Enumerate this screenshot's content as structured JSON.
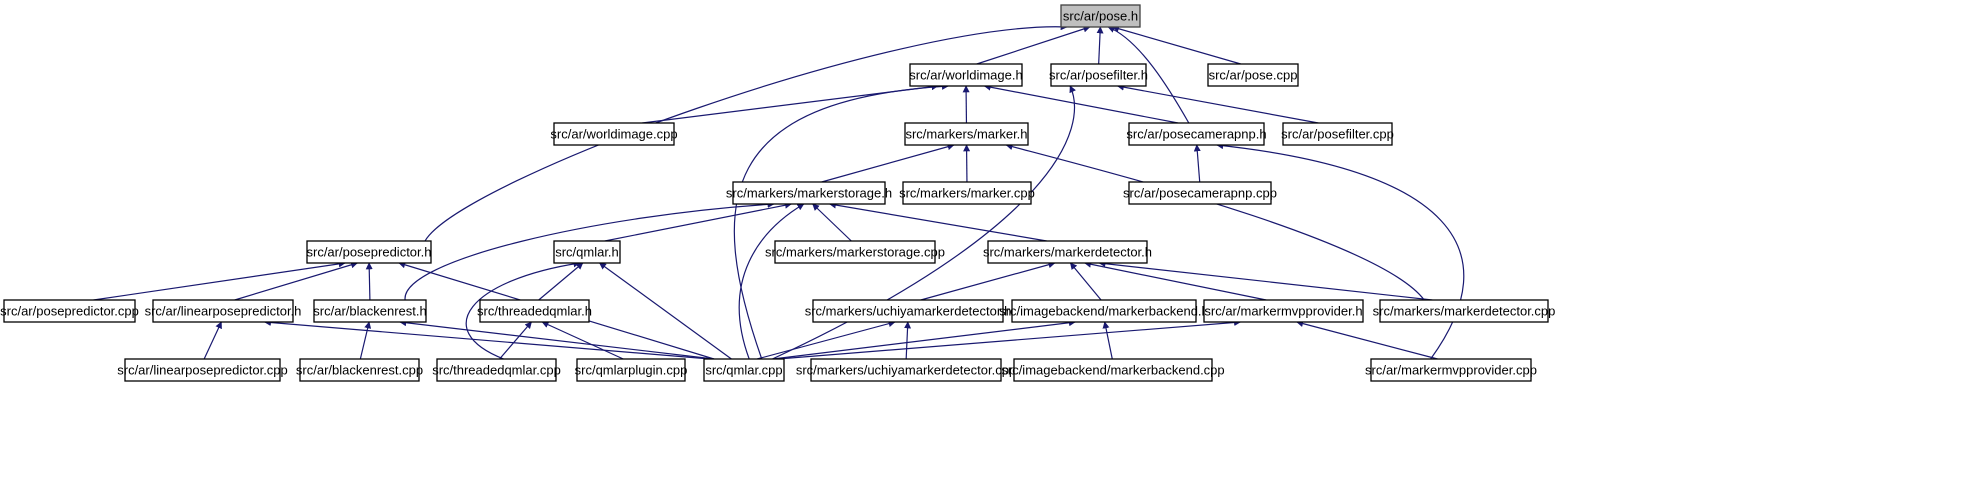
{
  "colors": {
    "edge": "#191970",
    "root_fill": "#bfbfbf",
    "node_fill": "#ffffff",
    "node_border": "#000000"
  },
  "nodes": [
    {
      "id": "pose_h",
      "label": "src/ar/pose.h",
      "root": true
    },
    {
      "id": "worldimage_h",
      "label": "src/ar/worldimage.h"
    },
    {
      "id": "posefilter_h",
      "label": "src/ar/posefilter.h"
    },
    {
      "id": "pose_cpp",
      "label": "src/ar/pose.cpp"
    },
    {
      "id": "worldimage_cpp",
      "label": "src/ar/worldimage.cpp"
    },
    {
      "id": "marker_h",
      "label": "src/markers/marker.h"
    },
    {
      "id": "posecamerapnp_h",
      "label": "src/ar/posecamerapnp.h"
    },
    {
      "id": "posefilter_cpp",
      "label": "src/ar/posefilter.cpp"
    },
    {
      "id": "markerstorage_h",
      "label": "src/markers/markerstorage.h"
    },
    {
      "id": "marker_cpp",
      "label": "src/markers/marker.cpp"
    },
    {
      "id": "posecamerapnp_cpp",
      "label": "src/ar/posecamerapnp.cpp"
    },
    {
      "id": "posepredictor_h",
      "label": "src/ar/posepredictor.h"
    },
    {
      "id": "qmlar_h",
      "label": "src/qmlar.h"
    },
    {
      "id": "markerstorage_cpp",
      "label": "src/markers/markerstorage.cpp"
    },
    {
      "id": "markerdetector_h",
      "label": "src/markers/markerdetector.h"
    },
    {
      "id": "posepredictor_cpp",
      "label": "src/ar/posepredictor.cpp"
    },
    {
      "id": "linearposepredictor_h",
      "label": "src/ar/linearposepredictor.h"
    },
    {
      "id": "blackenrest_h",
      "label": "src/ar/blackenrest.h"
    },
    {
      "id": "threadedqmlar_h",
      "label": "src/threadedqmlar.h"
    },
    {
      "id": "uchiyamarkerdetector_h",
      "label": "src/markers/uchiyamarkerdetector.h"
    },
    {
      "id": "markerbackend_h",
      "label": "src/imagebackend/markerbackend.h"
    },
    {
      "id": "markermvpprovider_h",
      "label": "src/ar/markermvpprovider.h"
    },
    {
      "id": "markerdetector_cpp",
      "label": "src/markers/markerdetector.cpp"
    },
    {
      "id": "linearposepredictor_cpp",
      "label": "src/ar/linearposepredictor.cpp"
    },
    {
      "id": "blackenrest_cpp",
      "label": "src/ar/blackenrest.cpp"
    },
    {
      "id": "threadedqmlar_cpp",
      "label": "src/threadedqmlar.cpp"
    },
    {
      "id": "qmlarplugin_cpp",
      "label": "src/qmlarplugin.cpp"
    },
    {
      "id": "qmlar_cpp",
      "label": "src/qmlar.cpp"
    },
    {
      "id": "uchiyamarkerdetector_cpp",
      "label": "src/markers/uchiyamarkerdetector.cpp"
    },
    {
      "id": "markerbackend_cpp",
      "label": "src/imagebackend/markerbackend.cpp"
    },
    {
      "id": "markermvpprovider_cpp",
      "label": "src/ar/markermvpprovider.cpp"
    }
  ],
  "edges": [
    {
      "from": "worldimage_h",
      "to": "pose_h"
    },
    {
      "from": "posefilter_h",
      "to": "pose_h"
    },
    {
      "from": "pose_cpp",
      "to": "pose_h"
    },
    {
      "from": "posecamerapnp_h",
      "to": "pose_h"
    },
    {
      "from": "posepredictor_h",
      "to": "pose_h"
    },
    {
      "from": "worldimage_cpp",
      "to": "worldimage_h"
    },
    {
      "from": "marker_h",
      "to": "worldimage_h"
    },
    {
      "from": "posecamerapnp_h",
      "to": "worldimage_h"
    },
    {
      "from": "qmlar_cpp",
      "to": "worldimage_h"
    },
    {
      "from": "posefilter_cpp",
      "to": "posefilter_h"
    },
    {
      "from": "qmlar_cpp",
      "to": "posefilter_h"
    },
    {
      "from": "markerstorage_h",
      "to": "marker_h"
    },
    {
      "from": "marker_cpp",
      "to": "marker_h"
    },
    {
      "from": "markerdetector_cpp",
      "to": "marker_h"
    },
    {
      "from": "posecamerapnp_cpp",
      "to": "posecamerapnp_h"
    },
    {
      "from": "markermvpprovider_cpp",
      "to": "posecamerapnp_h"
    },
    {
      "from": "qmlar_h",
      "to": "markerstorage_h"
    },
    {
      "from": "markerstorage_cpp",
      "to": "markerstorage_h"
    },
    {
      "from": "markerdetector_h",
      "to": "markerstorage_h"
    },
    {
      "from": "blackenrest_h",
      "to": "markerstorage_h"
    },
    {
      "from": "qmlar_cpp",
      "to": "markerstorage_h"
    },
    {
      "from": "posepredictor_cpp",
      "to": "posepredictor_h"
    },
    {
      "from": "linearposepredictor_h",
      "to": "posepredictor_h"
    },
    {
      "from": "blackenrest_h",
      "to": "posepredictor_h"
    },
    {
      "from": "qmlar_cpp",
      "to": "posepredictor_h"
    },
    {
      "from": "threadedqmlar_h",
      "to": "qmlar_h"
    },
    {
      "from": "threadedqmlar_cpp",
      "to": "qmlar_h"
    },
    {
      "from": "qmlar_cpp",
      "to": "qmlar_h"
    },
    {
      "from": "uchiyamarkerdetector_h",
      "to": "markerdetector_h"
    },
    {
      "from": "markerbackend_h",
      "to": "markerdetector_h"
    },
    {
      "from": "markermvpprovider_h",
      "to": "markerdetector_h"
    },
    {
      "from": "markerdetector_cpp",
      "to": "markerdetector_h"
    },
    {
      "from": "linearposepredictor_cpp",
      "to": "linearposepredictor_h"
    },
    {
      "from": "qmlar_cpp",
      "to": "linearposepredictor_h"
    },
    {
      "from": "blackenrest_cpp",
      "to": "blackenrest_h"
    },
    {
      "from": "qmlar_cpp",
      "to": "blackenrest_h"
    },
    {
      "from": "threadedqmlar_cpp",
      "to": "threadedqmlar_h"
    },
    {
      "from": "qmlarplugin_cpp",
      "to": "threadedqmlar_h"
    },
    {
      "from": "qmlar_cpp",
      "to": "uchiyamarkerdetector_h"
    },
    {
      "from": "uchiyamarkerdetector_cpp",
      "to": "uchiyamarkerdetector_h"
    },
    {
      "from": "qmlar_cpp",
      "to": "markerbackend_h"
    },
    {
      "from": "markerbackend_cpp",
      "to": "markerbackend_h"
    },
    {
      "from": "qmlar_cpp",
      "to": "markermvpprovider_h"
    },
    {
      "from": "markermvpprovider_cpp",
      "to": "markermvpprovider_h"
    }
  ]
}
